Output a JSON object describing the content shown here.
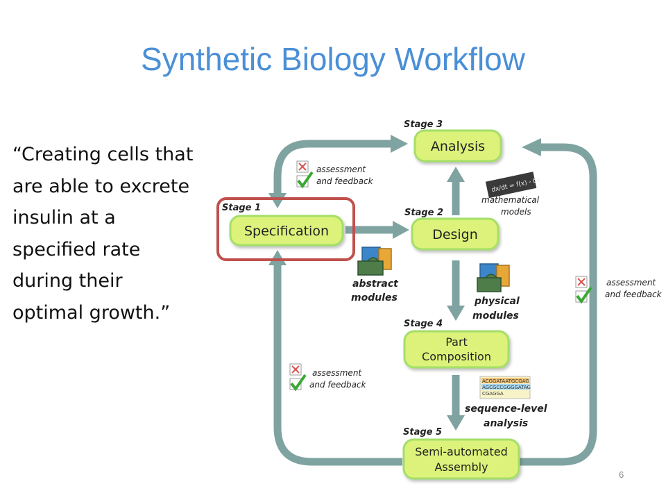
{
  "slide": {
    "title": "Synthetic Biology Workflow",
    "quote_lines": [
      "“Creating cells that",
      "are able to excrete",
      "insulin at a",
      "specified rate",
      "during their",
      "optimal growth.”"
    ],
    "page_number": "6"
  },
  "diagram": {
    "stages": {
      "stage1": {
        "label": "Stage 1",
        "name": "Specification"
      },
      "stage2": {
        "label": "Stage 2",
        "name": "Design"
      },
      "stage3": {
        "label": "Stage 3",
        "name": "Analysis"
      },
      "stage4": {
        "label": "Stage 4",
        "name_line1": "Part",
        "name_line2": "Composition"
      },
      "stage5": {
        "label": "Stage 5",
        "name_line1": "Semi-automated",
        "name_line2": "Assembly"
      }
    },
    "feedback": {
      "line1": "assessment",
      "line2": "and feedback"
    },
    "annotations": {
      "math_line1": "mathematical",
      "math_line2": "models",
      "abstract_line1": "abstract",
      "abstract_line2": "modules",
      "physical_line1": "physical",
      "physical_line2": "modules",
      "sequence_line1": "sequence-level",
      "sequence_line2": "analysis"
    },
    "sequence_lines": [
      "ACGGATAATGCGAG",
      "AGCGCCGGGGATAG",
      "CGAGGA"
    ],
    "colors": {
      "node_fill": "#dcf27a",
      "node_stroke": "#a4df68",
      "arrow": "#7fa3a1",
      "highlight": "#c0504d",
      "check": "#3aa832",
      "cross": "#d9534f",
      "puzzle_blue": "#3a86c8",
      "puzzle_green": "#4f7d4a",
      "puzzle_orange": "#e8a838"
    }
  }
}
